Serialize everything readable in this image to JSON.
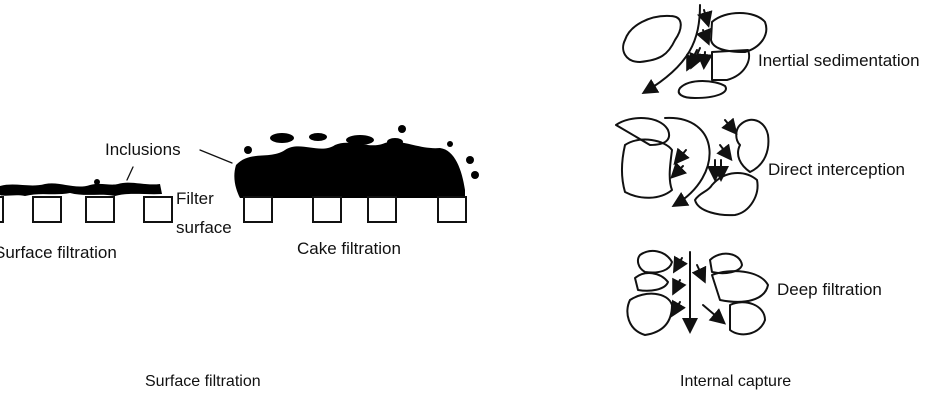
{
  "left_panel": {
    "inclusions_label": "Inclusions",
    "filter_surface_label_line1": "Filter",
    "filter_surface_label_line2": "surface",
    "surface_filtration_label": "Surface filtration",
    "cake_filtration_label": "Cake filtration",
    "caption": "Surface filtration"
  },
  "right_panel": {
    "inertial_label": "Inertial sedimentation",
    "direct_label": "Direct interception",
    "deep_label": "Deep filtration",
    "caption": "Internal capture"
  }
}
